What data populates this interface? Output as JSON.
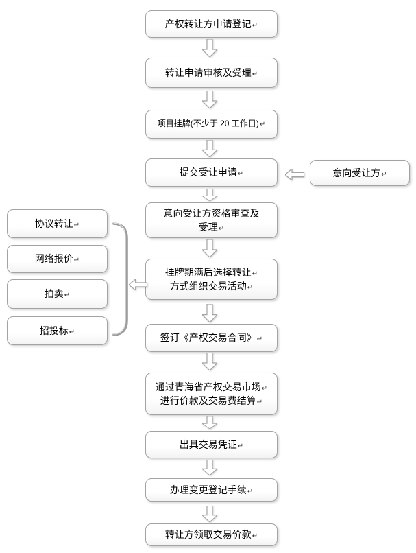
{
  "flow": {
    "return_mark": "↵",
    "boxes": [
      {
        "lines": [
          "产权转让方申请登记"
        ]
      },
      {
        "lines": [
          "转让申请审核及受理"
        ]
      },
      {
        "lines": [
          "项目挂牌(不少于 20 工作日)"
        ]
      },
      {
        "lines": [
          "提交受让申请"
        ]
      },
      {
        "lines": [
          "意向受让方资格审查及",
          "受理"
        ]
      },
      {
        "lines": [
          "挂牌期满后选择转让",
          "方式组织交易活动"
        ]
      },
      {
        "lines": [
          "签订《产权交易合同》"
        ]
      },
      {
        "lines": [
          "通过青海省产权交易市场",
          "进行价款及交易费结算"
        ]
      },
      {
        "lines": [
          "出具交易凭证"
        ]
      },
      {
        "lines": [
          "办理变更登记手续"
        ]
      },
      {
        "lines": [
          "转让方领取交易价款"
        ]
      }
    ],
    "right_box": {
      "label": "意向受让方"
    },
    "left_boxes": [
      {
        "label": "协议转让"
      },
      {
        "label": "网络报价"
      },
      {
        "label": "拍卖"
      },
      {
        "label": "招投标"
      }
    ]
  },
  "colors": {
    "box_border": "#a3a3a3",
    "box_fill": "#ffffff",
    "arrow_outline": "#a3a3a3",
    "arrow_fill": "#ffffff",
    "text": "#000000"
  }
}
